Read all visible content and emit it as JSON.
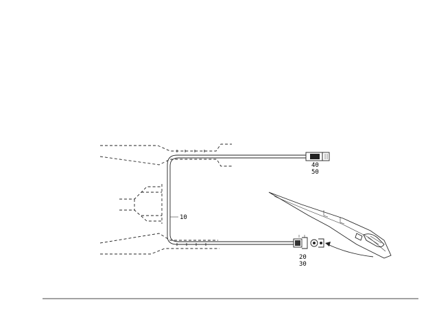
{
  "callouts": {
    "harness": "10",
    "rear_connector_a": "20",
    "rear_connector_b": "30",
    "front_connector_a": "40",
    "front_connector_b": "50"
  },
  "colors": {
    "line": "#222222",
    "background": "#ffffff"
  }
}
